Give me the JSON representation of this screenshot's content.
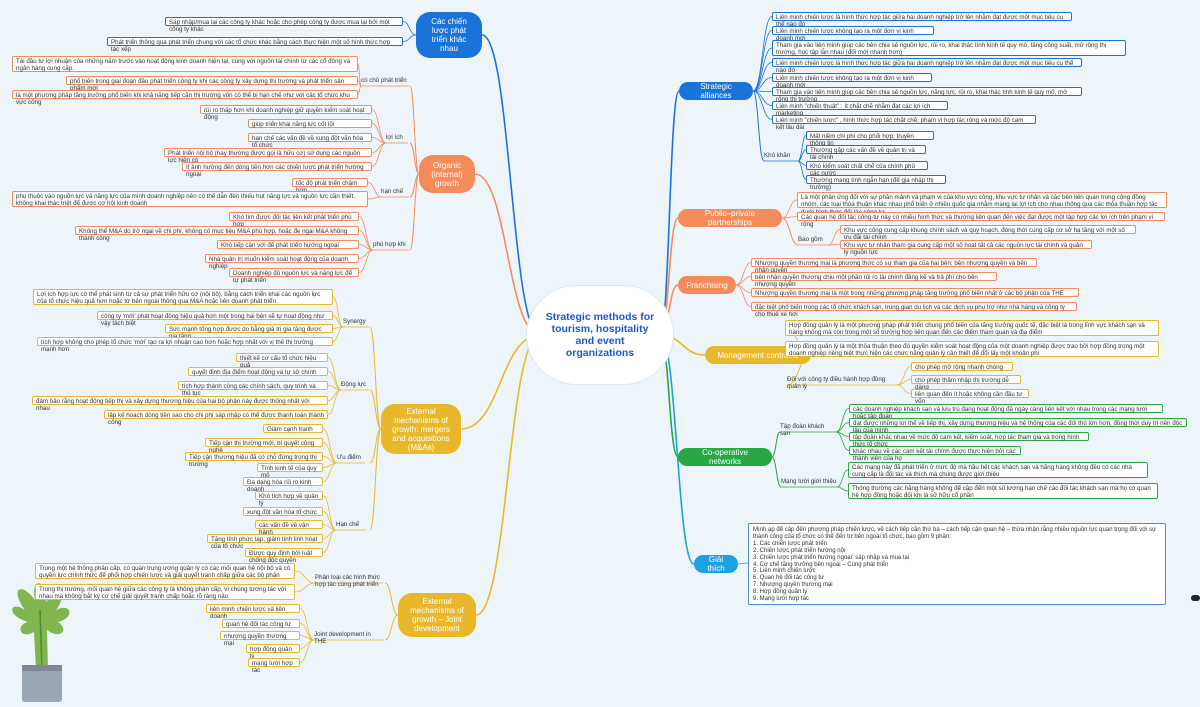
{
  "center": "Strategic methods for tourism, hospitality and event organizations",
  "colors": {
    "blue": "#1a73d8",
    "orange": "#f58a5a",
    "yellow": "#e9b82a",
    "green": "#27a844",
    "teal": "#1aa3e0"
  },
  "branches": {
    "diff": "Các chiến lược phát triển khác nhau",
    "organic": "Organic (internal) growth",
    "mergers": "External mechanisms of growth: mergers and acquisitions (M&As)",
    "joint": "External mechanisms of growth – Joint development",
    "alliances": "Strategic alliances",
    "ppp": "Public–private partnerships",
    "franchising": "Franchising",
    "management": "Management contracts",
    "coop": "Co-operative networks",
    "explain": "Giải thích"
  },
  "diff_items": [
    "Sáp nhập/mua lại các công ty khác hoặc cho phép công ty được mua lại bởi một công ty khác",
    "Phát triển thông qua phát triển chung với các tổ chức khác bằng cách thực hiện một số hình thức hợp tác xếp"
  ],
  "organic": {
    "labels": {
      "a": "có chủ phát triển",
      "b": "lợi ích",
      "c": "hạn chế",
      "d": "phù hợp khi"
    },
    "a": [
      "Tái đầu tư lợi nhuận của những năm trước vào hoạt động kinh doanh hiện tại, cùng với nguồn tài chính từ các cổ đông và ngân hàng cung cấp.",
      "phổ biến trong giai đoạn đầu phát triển công ty khi các công ty xây dựng thị trường và phát triển sản phẩm mới",
      "là một phương pháp tăng trưởng phổ biến khi khả năng tiếp cận thị trường vốn có thể bị hạn chế như với các tổ chức khu vực công"
    ],
    "b": [
      "rủi ro thấp hơn khi doanh nghiệp giữ quyền kiểm soát hoạt động",
      "giúp triển khai năng lực cốt lõi",
      "hạn chế các vấn đề về xung đột văn hóa tổ chức",
      "Phát triển nội bộ (hay thường được gọi là hữu cơ) sử dụng các nguồn lực hiện có",
      "ít ảnh hưởng đến dòng tiền hơn các chiến lược phát triển hướng ngoại"
    ],
    "c": [
      "tốc độ phát triển chậm hơn",
      "phụ thuộc vào nguồn lực và năng lực của mình doanh nghiệp nên có thể dẫn đến thiếu hụt năng lực và nguồn lực cần thiết, khống khai thác triệt để được cơ hội kinh doanh"
    ],
    "d": [
      "Khó tìm được đối tác liên kết phát triển phù hợp",
      "Không thể M&A do trở ngại về chi phí, không có mục tiêu M&A phù hợp, hoặc đe ngại M&A không thành công",
      "Khó tiếp cận với để phát triển hướng ngoại",
      "Nhà quản trị muốn kiểm soát hoạt động của doanh nghiệp",
      "Doanh nghiệp đủ nguồn lực và năng lực để tự phát triển"
    ]
  },
  "mergers": {
    "labels": {
      "a": "Synergy",
      "b": "Động lực",
      "c": "Ưu điểm",
      "d": "Hạn chế"
    },
    "a": [
      "Lợi ích hợp lực có thể phát sinh từ cả sự phát triển hữu cơ (nội bộ), bằng cách triển khai các nguồn lực của tổ chức hiệu quả hơn hoặc từ bên ngoài thông qua M&A hoặc liên doanh phát triển",
      "công ty 'mới' phát hoạt động hiệu quả hơn một trong hai bên sẽ tự hoạt động như vậy tách biệt",
      "Sức mạnh tổng hợp được do bằng giá trị gia tăng được gia tăng",
      "tích hợp không cho phép tổ chức 'mới' tạo ra lợi nhuận cao hơn hoặc hợp nhất với vị thế thị trường mạnh hơn"
    ],
    "b": [
      "thiết kế cơ cấu tổ chức hiệu quả",
      "quyết định địa điểm hoạt động và tự sở chính",
      "tích hợp thành công các chính sách, quy trình và thủ tục",
      "đảm bảo rằng hoạt động tiếp thị và xây dựng thương hiệu của hai bộ phận này được thống nhất với nhau",
      "lập kế hoạch dòng tiền sao cho chi phí sáp nhập có thể được thanh toán thành công"
    ],
    "c": [
      "Giảm cạnh tranh",
      "Tiếp cận thị trường mới, bí quyết công nghệ",
      "Tiếp cận thương hiệu đã có chỗ đứng trong thị trường",
      "Tính kinh tế của quy mô",
      "Đa dạng hóa rủi ro kinh doanh"
    ],
    "d": [
      "Khó tích hợp về quản lý",
      "xung đột văn hóa tổ chức",
      "các vấn đề về vận hành",
      "Tăng tính phức tạp, giảm tính linh hoạt của tổ chức",
      "Được quy định bởi luật chống độc quyền"
    ]
  },
  "joint": {
    "labels": {
      "a": "Phân loại các hình thức hợp tác cùng phát triển",
      "b": "Joint development in THE"
    },
    "a": [
      "Trong một hệ thống phân cấp, có quan trung ương quản lý có các mối quan hệ nội bộ và có quyền lực chính thức để phối hợp chiến lược và giải quyết tranh chấp giữa các bộ phận",
      "Trong thị trường, mối quan hệ giữa các công ty là không phân cấp, vì chúng tương tác với nhau mà không bắt kỳ cơ chế giải quyết tranh chấp hoặc rõ ràng nào"
    ],
    "b": [
      "liên minh chiến lược và liên doanh",
      "quan hệ đối tác công tư",
      "nhượng quyền thương mại",
      "hợp đồng quản lý",
      "mạng lưới hợp tác"
    ]
  },
  "alliances": {
    "items": [
      "Liên minh chiến lược là hình thức hợp tác giữa hai doanh nghiệp trở lên nhằm đạt được một mục tiêu cụ thể nào đó",
      "Liên minh chiến lược không tạo ra một đơn vị kinh doanh mới",
      "Tham gia vào liên minh giúp các bên chia sẻ nguồn lực, rủi ro, khai thác tính kinh tế quy mô, tăng công suất, mở rộng thị trường, học tập lẫn nhau (đối mới nhanh hơn)",
      "Liên minh chiến lược là hình thức hợp tác giữa hai doanh nghiệp trở lên nhằm đạt được một mục tiêu cụ thể nào đó",
      "Liên minh chiến lược không tạo ra một đơn vị kinh doanh mới",
      "Tham gia vào liên minh giúp các bên chia sẻ nguồn lực, năng lực, rủi ro, khai thác tính kinh tế quy mô, mở rộng thị trường",
      "Liên minh \"chiến thuật\" : ít chặt chẽ nhằm đạt các lợi ích marketing",
      "Liên minh \"chiến lược\" , hình thức hợp tác chặt chẽ, phạm vi hợp tác rộng và mức độ cam kết lâu dài"
    ],
    "hard_label": "Khó khăn",
    "hard": [
      "Mất niềm chi phí cho phối hợp, truyền thông tin",
      "Thường gặp các vấn đề về quản trị và tài chính",
      "Khó kiểm soát chất chế của chính phủ các nước",
      "Thường mang tính ngắn hạn (để gia nhập thị trường)"
    ]
  },
  "ppp": {
    "items": [
      "Là một phân ứng đối với sự phân mảnh và phạm vi của khu vực công, khu vực tư nhân và các bên liên quan trong cộng đồng nhóm, các loại thỏa thuận khác nhau phổ biến ở nhiều quốc gia nhằm mang lại lợi ích cho nhau thông qua các thỏa thuận hợp tác dưới hình thức đối tác công tư",
      "Các quan hệ đối tác công-tư này có nhiều hình thức và thường liên quan đến việc đạt được một tập hợp các lợi ích trên phạm vi rộng"
    ],
    "incl_label": "Bao gồm",
    "incl": [
      "Khu vực công cung cấp khung chính sách và quy hoạch, đóng thời cung cấp cơ sở hạ tầng với một số ưu đãi tài chính",
      "Khu vực tư nhân tham gia cung cấp một số hoạt tất cả các nguồn lực tài chính và quản lý nguồn lực"
    ]
  },
  "franchising": [
    "Nhượng quyền thương mại là phương thức có sự tham gia của hai bên: bên nhượng quyền và bên nhận quyền",
    "bên nhận quyền thương chiu một phần rủi ro tài chính đăng kế và trả phí cho bên nhượng quyền",
    "Nhượng quyền thương mại là một trong những phương pháp tăng trưởng phổ biến nhất ở các bộ phận của THE",
    "đặc biệt phổ biến trong các tổ chức khách sạn, trung gian du lịch và các dịch vụ phụ trợ như nhà hàng và công ty cho thuê xe hơi"
  ],
  "management": {
    "items": [
      "Hợp đồng quản lý là một phương pháp phát triển chung phổ biến của tăng trưởng quốc tế, đặc biệt là trong lĩnh vực khách sạn và hàng không mà còn trong một số trường hợp liên quan đến các điểm tham quan và địa điểm",
      "Hợp đồng quản lý là một thỏa thuận theo đó quyền kiểm soát hoạt động của một doanh nghiệp được trao bởi hợp đồng trong một doanh nghiệp riêng biệt thực hiện các chức năng quản lý cần thiết để đổi lấy một khoản phí"
    ],
    "operator_label": "Đối với công ty điều hành hợp đồng quản lý",
    "operator": [
      "cho phép mở rộng nhanh chóng",
      "cho phép thâm nhập thị trường dễ dàng",
      "liên quan đến ít hoặc không cần đầu tư vốn"
    ]
  },
  "coop": {
    "hotel_label": "Tập đoàn khách sạn",
    "hotel": [
      "các doanh nghiệp khách sạn và lưu trú đang hoạt động đã ngày càng liên kết với nhau trong các mạng lưới hoặc tập đoàn",
      "đạt được những lợi thế về tiếp thị, xây dựng thương hiệu và hệ thống của các đối thủ lớn hơn, đồng thời duy trì nền độc lập của mình",
      "tập đoàn khác nhau về mức độ cam kết, kiểm soát, hợp tác tham gia và trong hình thức tổ chức",
      "khác nhau về các cam kết tài chính được thực hiện bởi các thành viên của họ"
    ],
    "travel_label": "Mạng lưới giới thiệu",
    "travel": [
      "Các mạng này đã phát triển ở mức độ mà hầu hết các khách sạn và hãng hàng không đều có các nhà cung cấp là đối tác và thích mà chúng được giới thiệu",
      "Thông thường các hãng hàng không để cập đến một số lượng hạn chế các đối tác khách sạn mà họ có quan hệ hợp đồng hoặc đối khi là sở hữu cổ phần"
    ]
  },
  "summary": [
    "Mình ạp để cập đến phương pháp chiến lược, về cách tiếp cận thứ ba – cách tiếp cận quan hệ – thừa nhận rằng nhiều nguồn lực quan trọng đối với sự",
    "thành công của tổ chức có thể đến từ bên ngoài tổ chức, bao gồm 9 phần:",
    "1. Các chiến lược phát triển",
    "2. Chiến lược phát triển hướng nội",
    "3. Chiến lược phát triển hướng ngoại: sáp nhập và mua lại",
    "4. Cơ chế tăng trưởng bên ngoài – Cùng phát triển",
    "5. Liên minh chiến lược",
    "6. Quan hệ đối tác công tư",
    "7. Nhượng quyền thương mại",
    "8. Hợp đồng quản lý",
    "9. Mạng lưới hợp tác"
  ]
}
